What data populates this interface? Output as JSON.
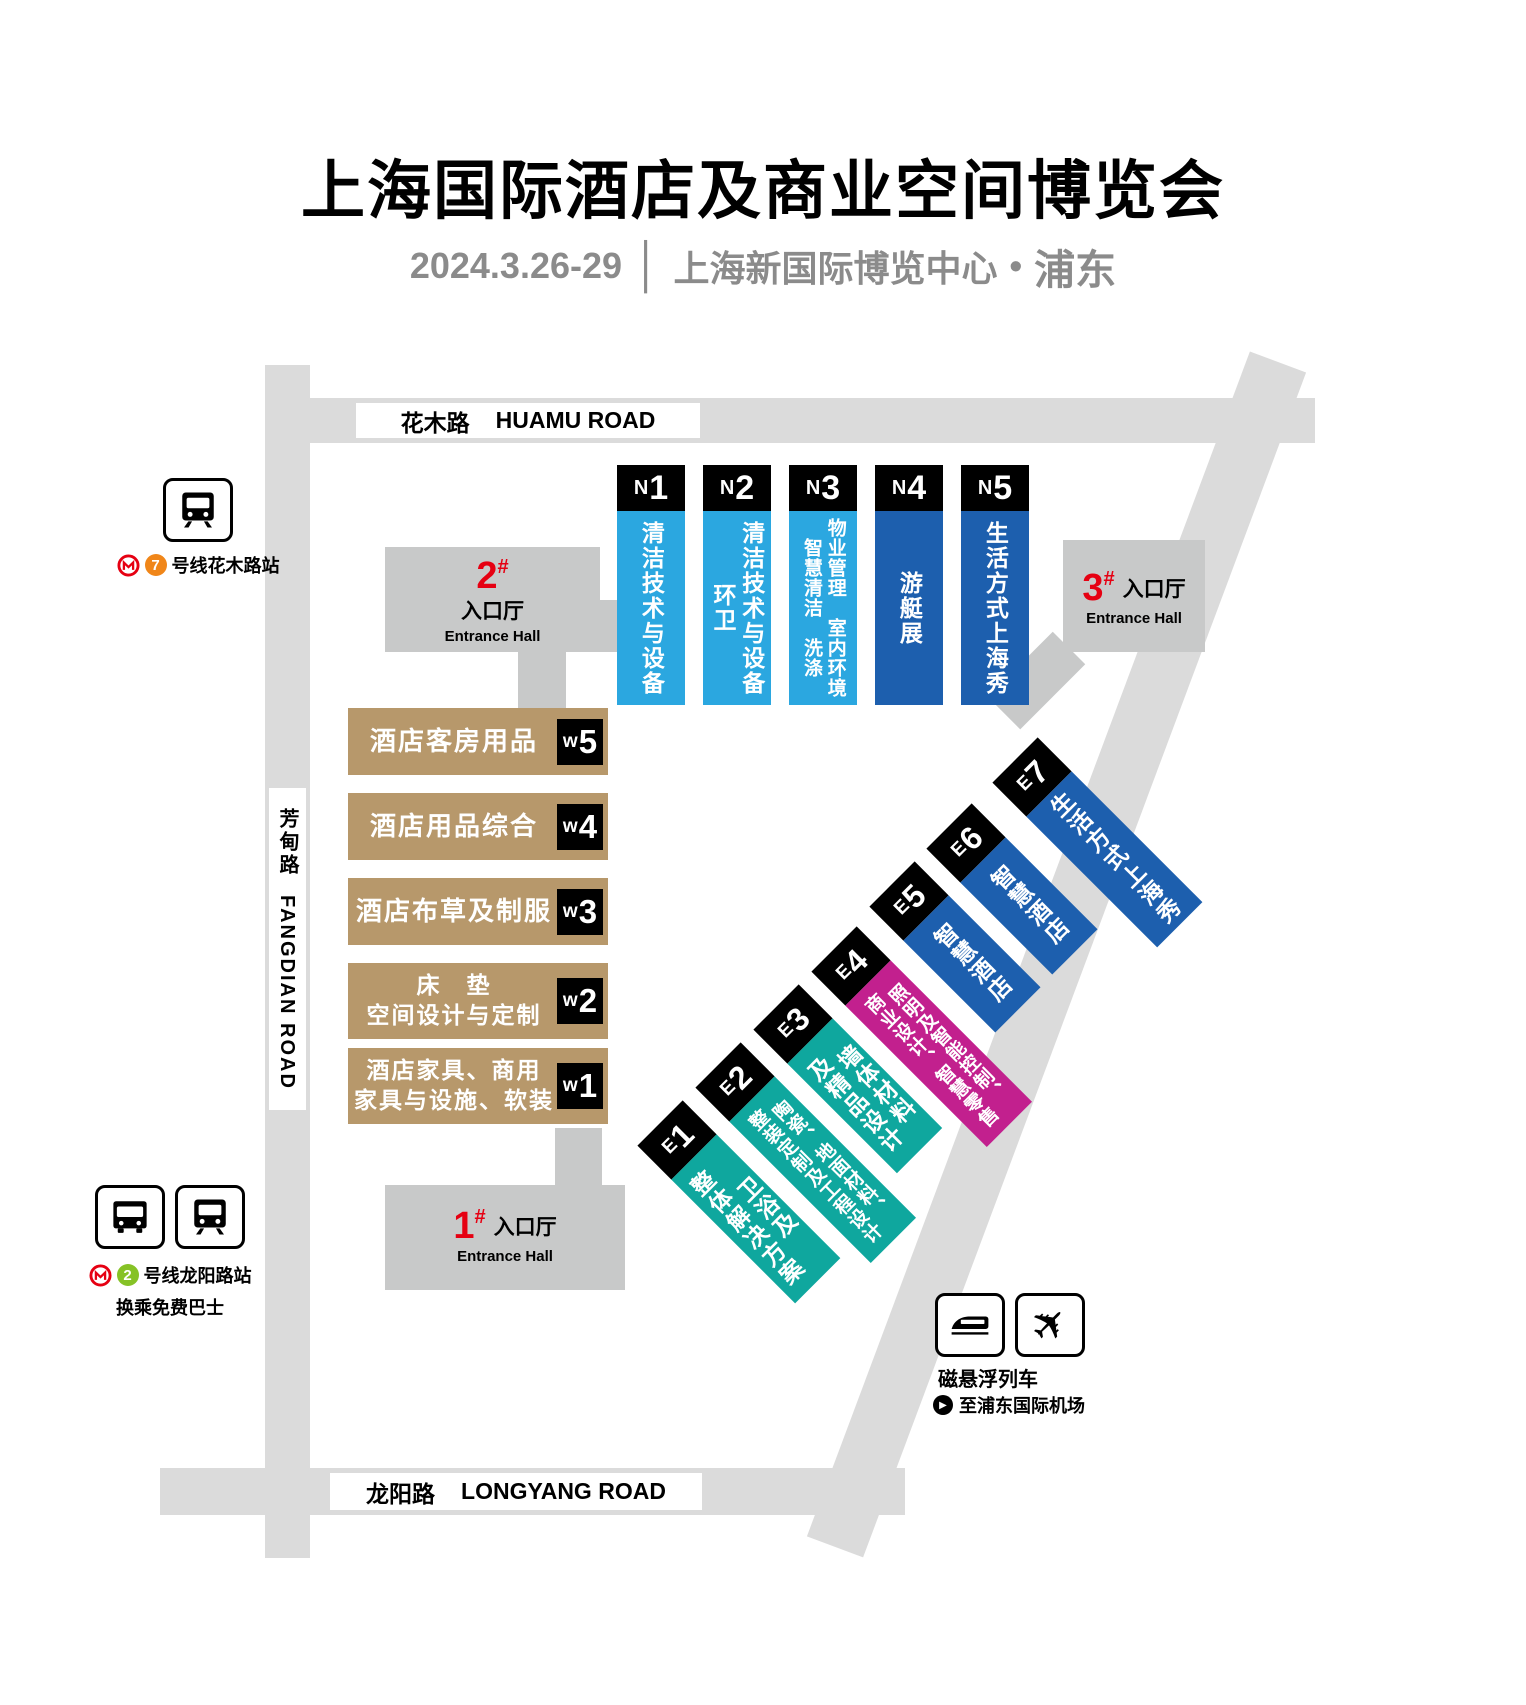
{
  "colors": {
    "light_blue": "#2BA7E0",
    "dark_blue": "#1D5FAE",
    "tan": "#B7986B",
    "teal": "#0FA79E",
    "magenta": "#C2208E",
    "road_gray": "#DBDBDB",
    "hall_gray": "#C8C9C9",
    "label_black": "#000000",
    "red": "#E60012",
    "gray_text": "#8B8B8B",
    "line7_orange": "#F08619",
    "line2_green": "#86C226",
    "metro_red": "#E60012"
  },
  "header": {
    "title": "上海国际酒店及商业空间博览会",
    "date": "2024.3.26-29",
    "separator": "│",
    "venue": "上海新国际博览中心",
    "bullet": "•",
    "city": "浦东"
  },
  "roads": {
    "huamu": {
      "cn": "花木路",
      "en": "HUAMU ROAD"
    },
    "fangdian": {
      "cn": "芳甸路",
      "en": "FANGDIAN ROAD"
    },
    "longyang": {
      "cn": "龙阳路",
      "en": "LONGYANG ROAD"
    }
  },
  "entrances": {
    "e1": {
      "num": "1",
      "hash": "#",
      "cn": "入口厅",
      "en": "Entrance Hall"
    },
    "e2": {
      "num": "2",
      "hash": "#",
      "cn": "入口厅",
      "en": "Entrance Hall"
    },
    "e3": {
      "num": "3",
      "hash": "#",
      "cn": "入口厅",
      "en": "Entrance Hall"
    }
  },
  "halls": {
    "n": [
      {
        "letter": "N",
        "num": "1",
        "text": "清洁技术与设备",
        "color": "#2BA7E0"
      },
      {
        "letter": "N",
        "num": "2",
        "text": "清洁技术与设备\n环卫",
        "color": "#2BA7E0"
      },
      {
        "letter": "N",
        "num": "3",
        "text": "物业管理　室内环境\n智慧清洁　洗涤",
        "color": "#2BA7E0"
      },
      {
        "letter": "N",
        "num": "4",
        "text": "游艇展",
        "color": "#1D5FAE"
      },
      {
        "letter": "N",
        "num": "5",
        "text": "生活方式上海秀",
        "color": "#1D5FAE"
      }
    ],
    "w": [
      {
        "letter": "w",
        "num": "5",
        "text": "酒店客房用品",
        "color": "#B7986B"
      },
      {
        "letter": "w",
        "num": "4",
        "text": "酒店用品综合",
        "color": "#B7986B"
      },
      {
        "letter": "w",
        "num": "3",
        "text": "酒店布草及制服",
        "color": "#B7986B"
      },
      {
        "letter": "w",
        "num": "2",
        "text": "床　垫\n空间设计与定制",
        "color": "#B7986B"
      },
      {
        "letter": "w",
        "num": "1",
        "text": "酒店家具、商用\n家具与设施、软装",
        "color": "#B7986B"
      }
    ],
    "e": [
      {
        "letter": "E",
        "num": "1",
        "text": "卫浴及\n整体解决方案",
        "color": "#0FA79E"
      },
      {
        "letter": "E",
        "num": "2",
        "text": "陶瓷、地面材料、\n整装定制及工程设计",
        "color": "#0FA79E"
      },
      {
        "letter": "E",
        "num": "3",
        "text": "墙体材料\n及精品设计",
        "color": "#0FA79E"
      },
      {
        "letter": "E",
        "num": "4",
        "text": "照明及智能控制、\n商业设计、智慧零售",
        "color": "#C2208E"
      },
      {
        "letter": "E",
        "num": "5",
        "text": "智慧酒店",
        "color": "#1D5FAE"
      },
      {
        "letter": "E",
        "num": "6",
        "text": "智慧酒店",
        "color": "#1D5FAE"
      },
      {
        "letter": "E",
        "num": "7",
        "text": "生活方式上海秀",
        "color": "#1D5FAE"
      }
    ]
  },
  "transit": {
    "huamu_station": {
      "line": "7",
      "name": "号线花木路站"
    },
    "longyang_station": {
      "line": "2",
      "name": "号线龙阳路站",
      "note": "换乘免费巴士"
    },
    "maglev": {
      "name": "磁悬浮列车",
      "arrow": "▶",
      "dest": "至浦东国际机场"
    }
  },
  "icons": {
    "metro_logo": "shanghai-metro-M-in-circle",
    "train": "train-front-svg",
    "bus": "bus-front-svg",
    "maglev": "maglev-side-svg",
    "plane": "✈",
    "play": "▶"
  }
}
